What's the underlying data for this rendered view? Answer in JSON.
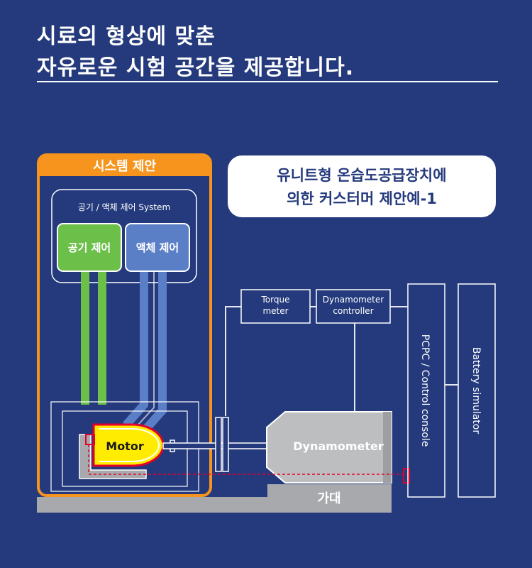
{
  "headline": {
    "line1": "시료의 형상에 맞춘",
    "line2": "자유로운 시험 공간을 제공합니다."
  },
  "system_box": {
    "title": "시스템 제안",
    "group_label": "공기 / 액체 제어 System",
    "air_control": "공기 제어",
    "liquid_control": "액체 제어"
  },
  "callout": {
    "line1": "유니트형 온습도공급장치에",
    "line2": "의한 커스터머 제안예-1"
  },
  "devices": {
    "torque_meter_1": "Torque",
    "torque_meter_2": "meter",
    "dyno_controller_1": "Dynamometer",
    "dyno_controller_2": "controller",
    "pcpc_console": "PCPC / Control console",
    "battery_simulator": "Battery simulator",
    "motor": "Motor",
    "dynamometer": "Dynamometer",
    "base": "가대"
  },
  "colors": {
    "background": "#243a7c",
    "system_frame": "#f7941d",
    "air_green": "#6cc04a",
    "liquid_blue": "#5b7fc7",
    "motor_fill": "#ffec00",
    "motor_border": "#e4002b",
    "base_gray": "#a7a9ac"
  }
}
